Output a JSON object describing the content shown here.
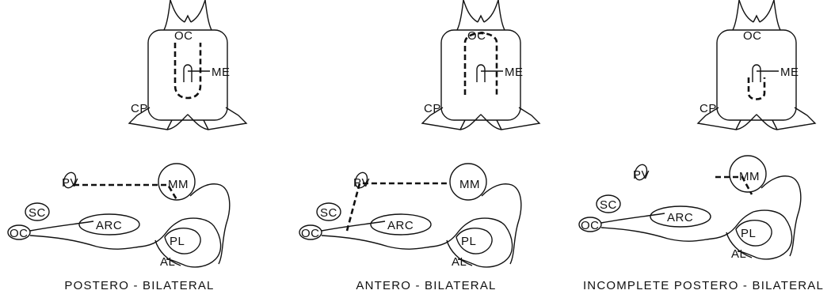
{
  "colors": {
    "ink": "#111111",
    "background": "#ffffff"
  },
  "panels": [
    {
      "caption": "POSTERO - BILATERAL",
      "top_view": {
        "oc": "OC",
        "me": "ME",
        "cp": "CP"
      },
      "side_view": {
        "pv": "PV",
        "mm": "MM",
        "sc": "SC",
        "oc": "OC",
        "arc": "ARC",
        "pl": "PL",
        "al": "AL"
      }
    },
    {
      "caption": "ANTERO - BILATERAL",
      "top_view": {
        "oc": "OC",
        "me": "ME",
        "cp": "CP"
      },
      "side_view": {
        "pv": "PV",
        "mm": "MM",
        "sc": "SC",
        "oc": "OC",
        "arc": "ARC",
        "pl": "PL",
        "al": "AL"
      }
    },
    {
      "caption": "INCOMPLETE  POSTERO - BILATERAL",
      "top_view": {
        "oc": "OC",
        "me": "ME",
        "cp": "CP"
      },
      "side_view": {
        "pv": "PV",
        "mm": "MM",
        "sc": "SC",
        "oc": "OC",
        "arc": "ARC",
        "pl": "PL",
        "al": "AL"
      }
    }
  ]
}
